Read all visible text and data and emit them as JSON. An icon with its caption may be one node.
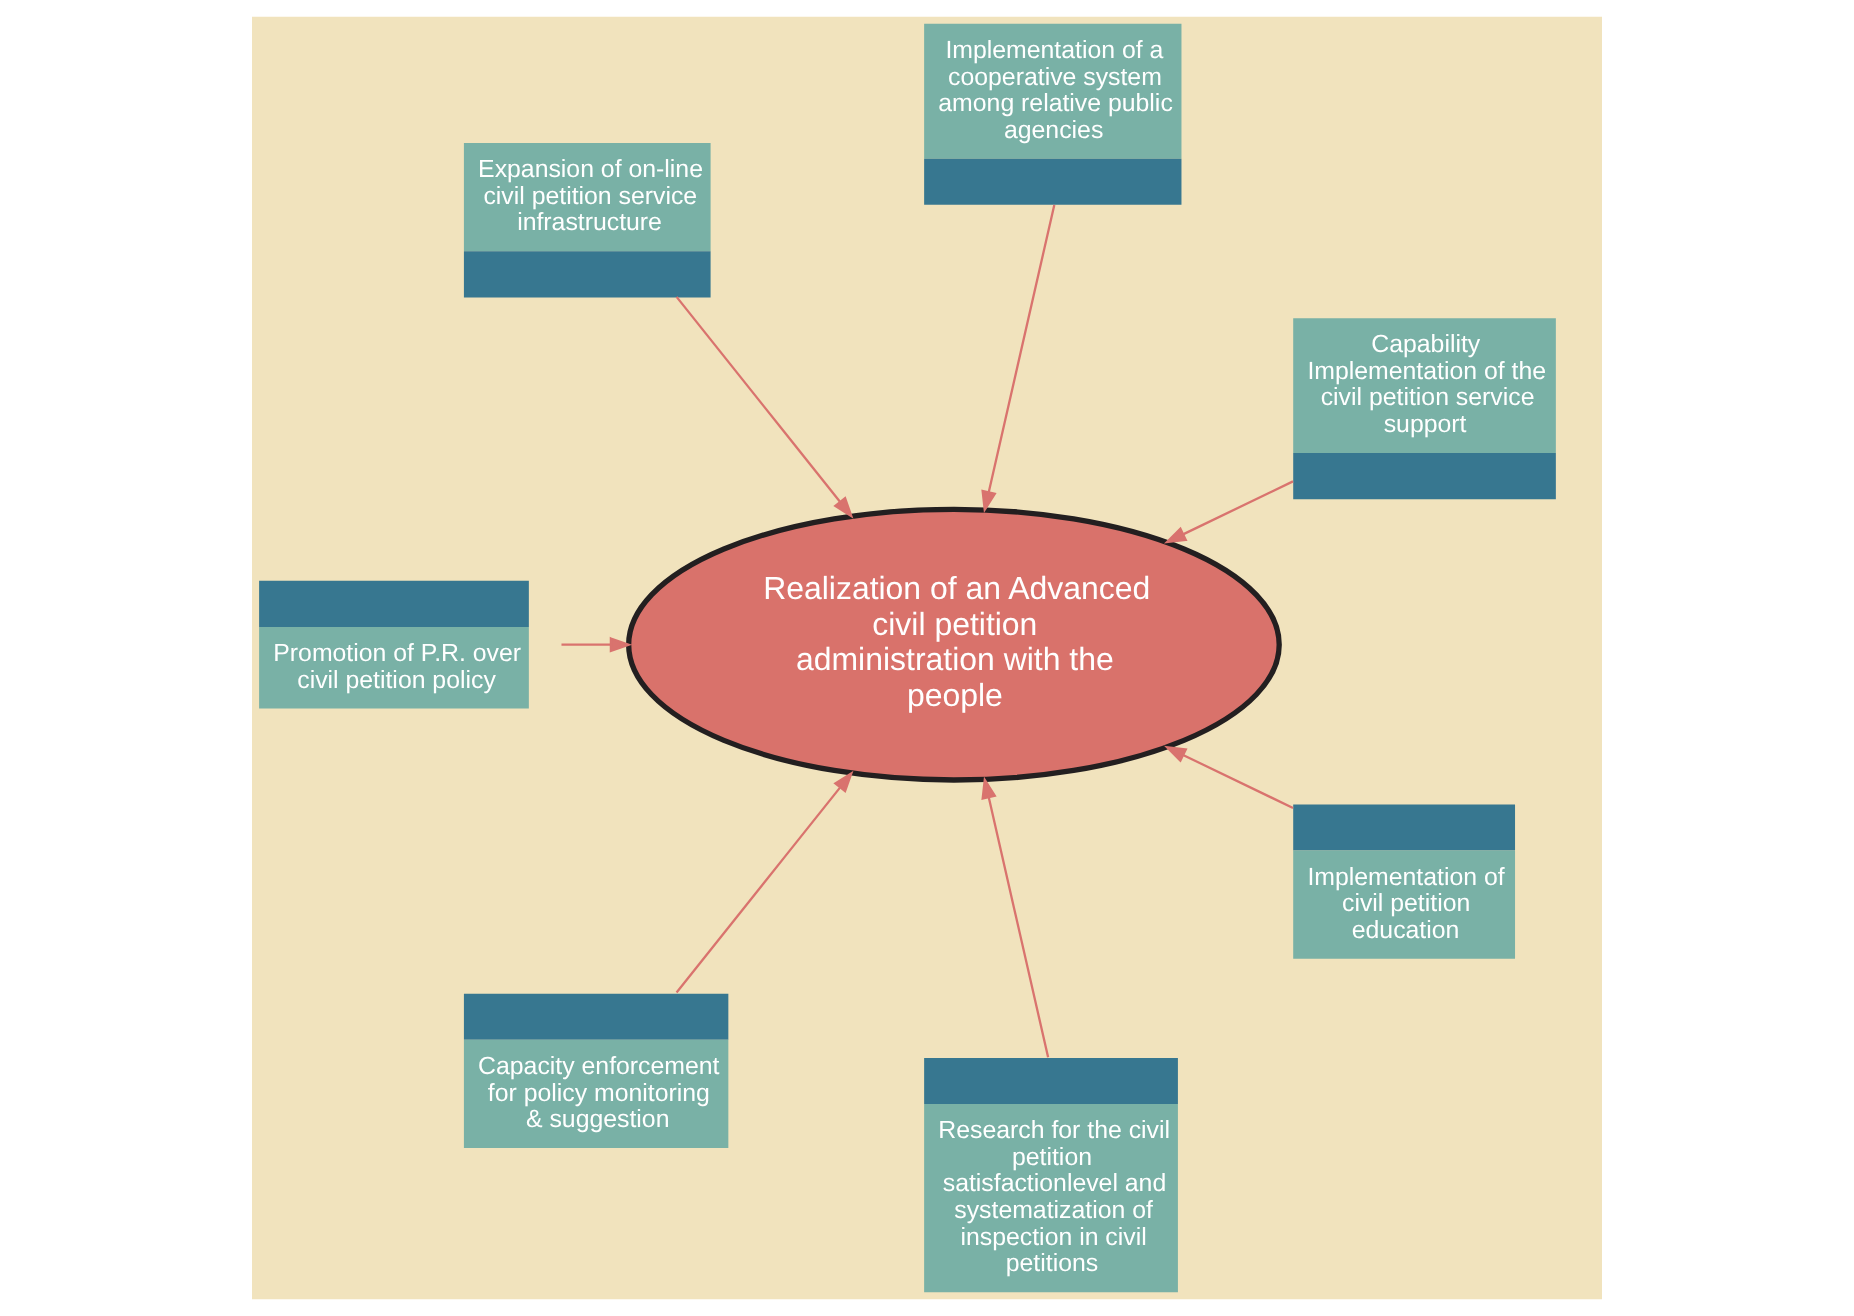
{
  "diagram": {
    "nodes": [
      {
        "text": [
          "Capability Implementation of the civil petition service support"
        ]
      },
      {
        "text": [
          "Implementation of a cooperative system among relative public agencies"
        ]
      },
      {
        "text": [
          "Expansion of on-line civil petition service infrastructure"
        ]
      },
      {
        "text": [
          "Realization of an Advanced civil petition administration with the people"
        ]
      },
      {
        "text": [
          "Promotion of P.R. over civil petition policy"
        ]
      },
      {
        "text": [
          "Capacity enforcement for policy monitoring & suggestion"
        ]
      },
      {
        "text": [
          "Research for the civil petition satisfactionlevel and systematization of inspection in civil petitions"
        ]
      },
      {
        "text": [
          "Implementation of civil petition education"
        ]
      }
    ],
    "edges": [
      {
        "from": 0,
        "to": 3,
        "arrow": "to"
      },
      {
        "from": 1,
        "to": 3,
        "arrow": "to"
      },
      {
        "from": 2,
        "to": 3,
        "arrow": "to"
      },
      {
        "from": 4,
        "to": 3,
        "arrow": "to"
      },
      {
        "from": 5,
        "to": 3,
        "arrow": "to"
      },
      {
        "from": 6,
        "to": 3,
        "arrow": "to"
      },
      {
        "from": 7,
        "to": 3,
        "arrow": "to"
      }
    ]
  }
}
